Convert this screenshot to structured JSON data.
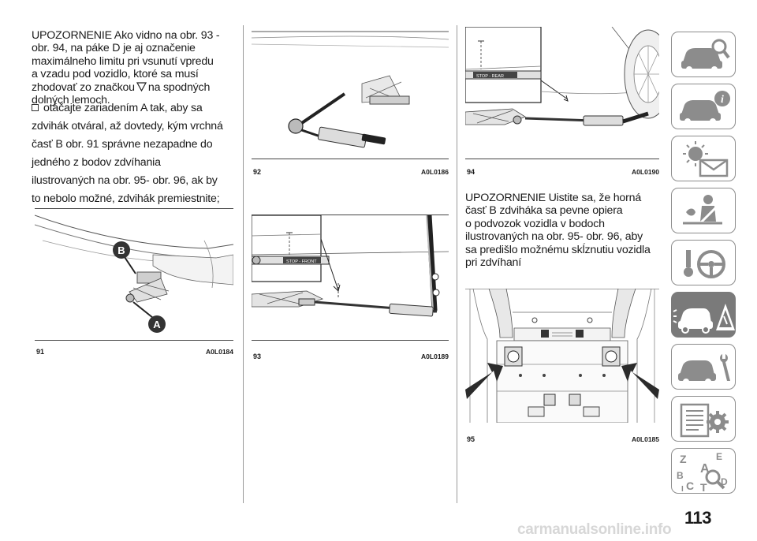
{
  "text": {
    "para1_lines": [
      "UPOZORNENIE Ako vidno na obr. 93 -",
      "obr. 94, na páke D je aj označenie",
      "maximálneho limitu pri vsunutí vpredu",
      "a vzadu pod vozidlo, ktoré sa musí",
      "zhodovať zo značkou",
      "na spodných",
      "dolných lemoch."
    ],
    "bullet_lines": [
      "otáčajte zariadením A tak, aby sa",
      "zdvihák otváral, až dovtedy, kým vrchná",
      "časť B obr. 91 správne nezapadne do",
      "jedného z bodov zdvíhania",
      "ilustrovaných na obr. 95- obr. 96, ak by",
      "to nebolo možné, zdvihák premiestnite;"
    ],
    "para2_lines": [
      "UPOZORNENIE Uistite sa, že horná",
      "časť B zdviháka sa pevne opiera",
      "o podvozok vozidla v bodoch",
      "ilustrovaných na obr. 95- obr. 96, aby",
      "sa predišlo možnému skĺznutiu vozidla",
      "pri zdvíhaní"
    ]
  },
  "figures": {
    "fig91": {
      "num": "91",
      "code": "A0L0184",
      "label_a": "A",
      "label_b": "B"
    },
    "fig92": {
      "num": "92",
      "code": "A0L0186"
    },
    "fig93": {
      "num": "93",
      "code": "A0L0189",
      "lever_label": "STOP - FRONT"
    },
    "fig94": {
      "num": "94",
      "code": "A0L0190",
      "lever_label": "STOP - REAR"
    },
    "fig95": {
      "num": "95",
      "code": "A0L0185"
    }
  },
  "sidebar": {
    "tabs": [
      {
        "icon": "car-search-icon",
        "active": false
      },
      {
        "icon": "car-info-icon",
        "active": false
      },
      {
        "icon": "warning-lights-icon",
        "active": false
      },
      {
        "icon": "airbag-seatbelt-icon",
        "active": false
      },
      {
        "icon": "steering-key-icon",
        "active": false
      },
      {
        "icon": "car-emergency-icon",
        "active": true
      },
      {
        "icon": "car-service-icon",
        "active": false
      },
      {
        "icon": "specs-gear-icon",
        "active": false
      },
      {
        "icon": "alphabet-index-icon",
        "active": false
      }
    ],
    "index_letters": [
      "Z",
      "E",
      "A",
      "B",
      "C",
      "D",
      "T",
      "I"
    ]
  },
  "page_number": "113",
  "watermark": "carmanualsonline.info",
  "colors": {
    "arrow_fill": "#2b2b2b",
    "tab_border": "#8c8c8c",
    "active_tab": "#7a7a7a"
  }
}
